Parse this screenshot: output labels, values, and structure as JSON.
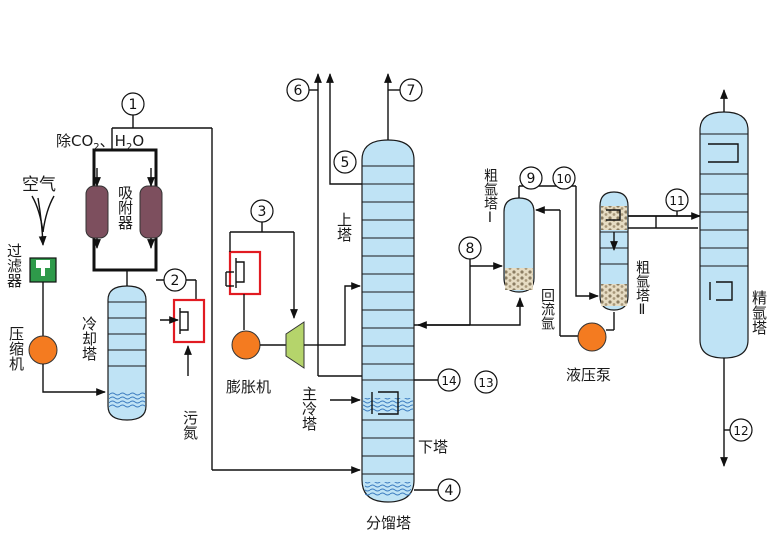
{
  "labels": {
    "remove_co2": "除CO",
    "co2_sub": "2",
    "h2o_h": "H",
    "h2o_sub": "2",
    "h2o_o": "O",
    "air": "空气",
    "filter": "过滤器",
    "compressor": "压缩机",
    "adsorber": "吸附器",
    "cooling_tower": "冷却塔",
    "waste_nitrogen": "污氮",
    "expander": "膨胀机",
    "upper_column": "上塔",
    "main_cooler": "主冷塔",
    "lower_column": "下塔",
    "fractionation_tower": "分馏塔",
    "crude_argon_1": "粗氩塔Ⅰ",
    "crude_argon_2": "粗氩塔Ⅱ",
    "reflux_argon": "回流氩",
    "liquid_pump": "液压泵",
    "fine_argon": "精氩塔"
  },
  "markers": [
    "1",
    "2",
    "3",
    "4",
    "5",
    "6",
    "7",
    "8",
    "9",
    "10",
    "11",
    "12",
    "13",
    "14"
  ],
  "colors": {
    "vessel_fill": "#bfe3f5",
    "vessel_stroke": "#1a1a1a",
    "adsorber_fill": "#7d4f5e",
    "pump_fill": "#f47b20",
    "expander_fill": "#b5d46b",
    "filter_fill": "#2e9a4a",
    "highlight": "#e11b22",
    "packing": "#d9cfb8"
  }
}
